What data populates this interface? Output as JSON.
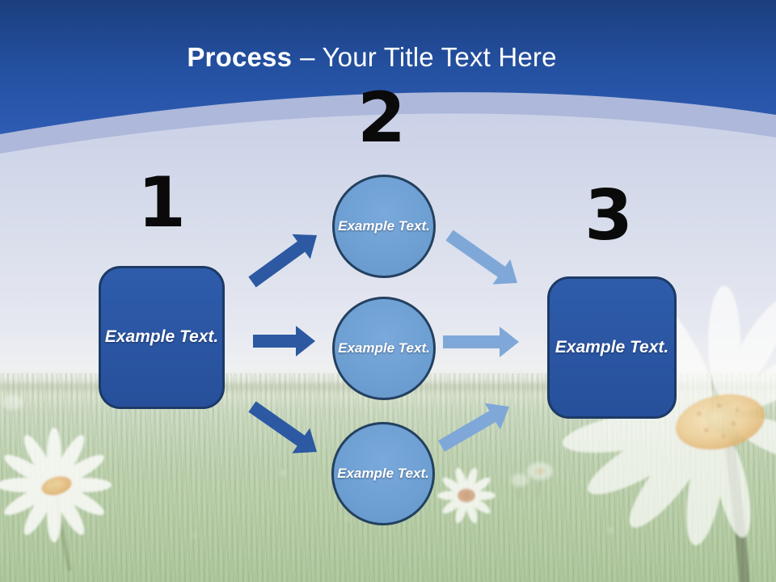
{
  "title": {
    "emphasis": "Process",
    "regular": "– Your Title Text Here"
  },
  "process": {
    "left_box": {
      "number": "1",
      "label": "Example Text."
    },
    "middle": {
      "number": "2",
      "circles": [
        {
          "label": "Example Text."
        },
        {
          "label": "Example Text."
        },
        {
          "label": "Example Text."
        }
      ]
    },
    "right_box": {
      "number": "3",
      "label": "Example Text."
    }
  },
  "colors": {
    "header_gradient_top": "#1c3e7e",
    "header_gradient_mid": "#2450a0",
    "header_gradient_bottom": "#2e5cb4",
    "curve_band": "#adb8da",
    "sky": "#d9deec",
    "meadow": "#c6d8b8",
    "box_fill": "#2a55a0",
    "box_border": "#1c3a66",
    "circle_fill": "#6ea0d3",
    "circle_border": "#23405f",
    "arrow_dark": "#2c59a2",
    "arrow_light": "#7fa8d8",
    "number_color": "#0a0a0a",
    "title_color": "#ffffff",
    "label_color": "#ffffff"
  }
}
